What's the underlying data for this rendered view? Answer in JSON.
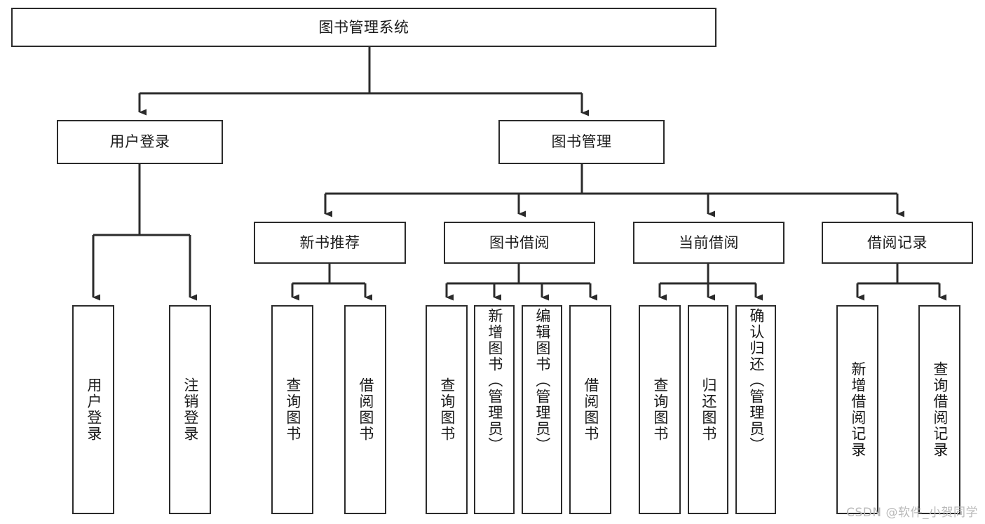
{
  "diagram": {
    "type": "tree-hierarchy",
    "title": "图书管理系统",
    "watermark": "CSDN @软件_小贺同学",
    "root": {
      "id": "root",
      "label": "图书管理系统"
    },
    "level1": [
      {
        "id": "user-login",
        "label": "用户登录"
      },
      {
        "id": "book-management",
        "label": "图书管理"
      }
    ],
    "level2": [
      {
        "id": "new-book-recommend",
        "label": "新书推荐",
        "parent": "book-management"
      },
      {
        "id": "book-borrow",
        "label": "图书借阅",
        "parent": "book-management"
      },
      {
        "id": "current-borrow",
        "label": "当前借阅",
        "parent": "book-management"
      },
      {
        "id": "borrow-record",
        "label": "借阅记录",
        "parent": "book-management"
      }
    ],
    "leaves": [
      {
        "id": "leaf-user-login",
        "label": "用户登录",
        "parent": "user-login"
      },
      {
        "id": "leaf-logout-login",
        "label": "注销登录",
        "parent": "user-login"
      },
      {
        "id": "leaf-query-book-1",
        "label": "查询图书",
        "parent": "new-book-recommend"
      },
      {
        "id": "leaf-borrow-book-1",
        "label": "借阅图书",
        "parent": "new-book-recommend"
      },
      {
        "id": "leaf-query-book-2",
        "label": "查询图书",
        "parent": "book-borrow"
      },
      {
        "id": "leaf-add-book",
        "label": "新增图书（管理员）",
        "parent": "book-borrow"
      },
      {
        "id": "leaf-edit-book",
        "label": "编辑图书（管理员）",
        "parent": "book-borrow"
      },
      {
        "id": "leaf-borrow-book-2",
        "label": "借阅图书",
        "parent": "book-borrow"
      },
      {
        "id": "leaf-query-book-3",
        "label": "查询图书",
        "parent": "current-borrow"
      },
      {
        "id": "leaf-return-book",
        "label": "归还图书",
        "parent": "current-borrow"
      },
      {
        "id": "leaf-confirm-return",
        "label": "确认归还（管理员）",
        "parent": "current-borrow"
      },
      {
        "id": "leaf-add-record",
        "label": "新增借阅记录",
        "parent": "borrow-record"
      },
      {
        "id": "leaf-query-record",
        "label": "查询借阅记录",
        "parent": "borrow-record"
      }
    ],
    "colors": {
      "border": "#2b2b2b",
      "background": "#ffffff",
      "text": "#1a1a1a",
      "watermark": "#b9b9b9"
    }
  }
}
